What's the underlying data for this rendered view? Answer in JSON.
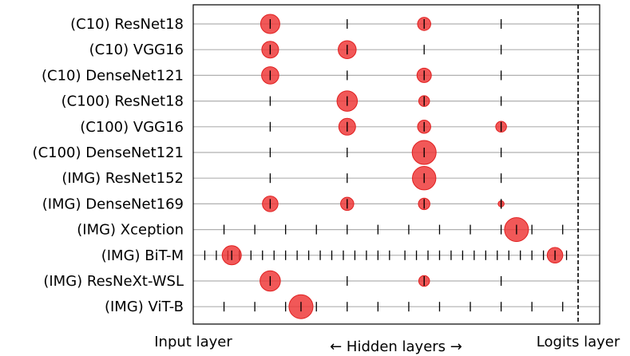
{
  "chart_data": {
    "type": "scatter",
    "title": "",
    "x_axis": {
      "left_label": "Input layer",
      "center_label": "← Hidden layers →",
      "right_label": "Logits layer",
      "range": [
        0,
        1
      ],
      "logits_line": {
        "x": 1,
        "style": "dashed"
      }
    },
    "grid": true,
    "marker_color": "#ee3333",
    "rows": [
      {
        "label": "(C10) ResNet18",
        "ticks": [
          0.2,
          0.4,
          0.6,
          0.8
        ],
        "bubbles": [
          {
            "x": 0.2,
            "size": 0.8
          },
          {
            "x": 0.6,
            "size": 0.55
          }
        ]
      },
      {
        "label": "(C10) VGG16",
        "ticks": [
          0.2,
          0.4,
          0.6,
          0.8
        ],
        "bubbles": [
          {
            "x": 0.2,
            "size": 0.7
          },
          {
            "x": 0.4,
            "size": 0.75
          }
        ]
      },
      {
        "label": "(C10) DenseNet121",
        "ticks": [
          0.2,
          0.4,
          0.6,
          0.8
        ],
        "bubbles": [
          {
            "x": 0.2,
            "size": 0.72
          },
          {
            "x": 0.6,
            "size": 0.6
          }
        ]
      },
      {
        "label": "(C100) ResNet18",
        "ticks": [
          0.2,
          0.4,
          0.6,
          0.8
        ],
        "bubbles": [
          {
            "x": 0.4,
            "size": 0.85
          },
          {
            "x": 0.6,
            "size": 0.45
          }
        ]
      },
      {
        "label": "(C100) VGG16",
        "ticks": [
          0.2,
          0.4,
          0.6,
          0.8
        ],
        "bubbles": [
          {
            "x": 0.4,
            "size": 0.7
          },
          {
            "x": 0.6,
            "size": 0.55
          },
          {
            "x": 0.8,
            "size": 0.45
          }
        ]
      },
      {
        "label": "(C100) DenseNet121",
        "ticks": [
          0.2,
          0.4,
          0.6,
          0.8
        ],
        "bubbles": [
          {
            "x": 0.6,
            "size": 1.0
          }
        ]
      },
      {
        "label": "(IMG) ResNet152",
        "ticks": [
          0.2,
          0.4,
          0.6,
          0.8
        ],
        "bubbles": [
          {
            "x": 0.6,
            "size": 0.98
          }
        ]
      },
      {
        "label": "(IMG) DenseNet169",
        "ticks": [
          0.2,
          0.4,
          0.6,
          0.8
        ],
        "bubbles": [
          {
            "x": 0.2,
            "size": 0.65
          },
          {
            "x": 0.4,
            "size": 0.55
          },
          {
            "x": 0.6,
            "size": 0.48
          },
          {
            "x": 0.8,
            "size": 0.25
          }
        ]
      },
      {
        "label": "(IMG) Xception",
        "ticks": [
          0.08,
          0.16,
          0.24,
          0.32,
          0.4,
          0.48,
          0.56,
          0.64,
          0.72,
          0.8,
          0.88,
          0.96
        ],
        "bubbles": [
          {
            "x": 0.84,
            "size": 1.0
          }
        ]
      },
      {
        "label": "(IMG) BiT-M",
        "ticks": [
          0.03,
          0.06,
          0.09,
          0.12,
          0.15,
          0.18,
          0.21,
          0.24,
          0.27,
          0.3,
          0.33,
          0.36,
          0.39,
          0.42,
          0.45,
          0.48,
          0.51,
          0.55,
          0.58,
          0.61,
          0.64,
          0.67,
          0.7,
          0.73,
          0.76,
          0.79,
          0.82,
          0.85,
          0.88,
          0.91,
          0.94,
          0.97
        ],
        "bubbles": [
          {
            "x": 0.1,
            "size": 0.8
          },
          {
            "x": 0.94,
            "size": 0.65
          }
        ]
      },
      {
        "label": "(IMG) ResNeXt-WSL",
        "ticks": [
          0.2,
          0.4,
          0.6,
          0.8
        ],
        "bubbles": [
          {
            "x": 0.2,
            "size": 0.85
          },
          {
            "x": 0.6,
            "size": 0.45
          }
        ]
      },
      {
        "label": "(IMG) ViT-B",
        "ticks": [
          0.08,
          0.16,
          0.24,
          0.32,
          0.4,
          0.48,
          0.56,
          0.64,
          0.72,
          0.8,
          0.88,
          0.96
        ],
        "bubbles": [
          {
            "x": 0.28,
            "size": 1.0
          }
        ]
      }
    ]
  }
}
